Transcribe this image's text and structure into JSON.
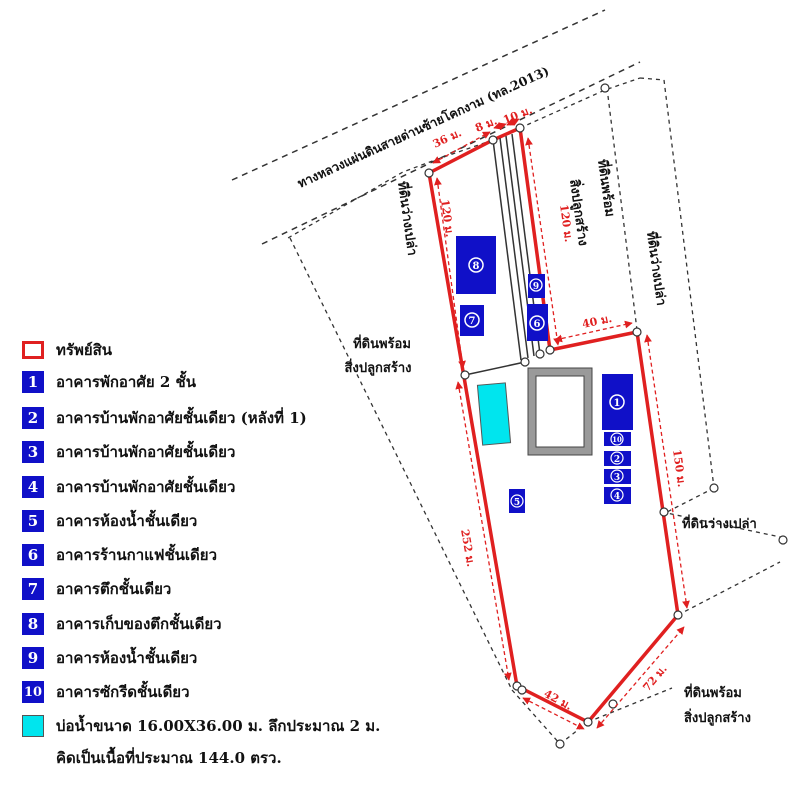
{
  "road_label": "ทางหลวงแผ่นดินสายด่านซ้ายโคกงาม (ทล.2013)",
  "land_labels": {
    "ready_land_top": "ที่ดินพร้อม",
    "ready_land_top_2": "สิ่งปลูกสร้าง",
    "vacant_left": "ที่ดินว่างเปล่า",
    "ready_land_left": "ที่ดินพร้อม",
    "ready_land_left_2": "สิ่งปลูกสร้าง",
    "vacant_right_top": "ที่ดินว่างเปล่า",
    "vacant_right_bottom": "ที่ดินว่างเปล่า",
    "ready_land_bottom": "ที่ดินพร้อม",
    "ready_land_bottom_2": "สิ่งปลูกสร้าง"
  },
  "dimensions": {
    "d36": "36 ม.",
    "d8": "8 ม.",
    "d10": "10 ม.",
    "d120_left": "120 ม.",
    "d120_right": "120 ม.",
    "d40": "40 ม.",
    "d150": "150 ม.",
    "d252": "252 ม.",
    "d42": "42 ม.",
    "d72": "72 ม."
  },
  "building_numbers": {
    "b1": "1",
    "b2": "2",
    "b3": "3",
    "b4": "4",
    "b5": "5",
    "b6": "6",
    "b7": "7",
    "b8": "8",
    "b9": "9",
    "b10": "10"
  },
  "legend": {
    "asset_label": "ทรัพย์สิน",
    "items": [
      {
        "num": "1",
        "label": "อาคารพักอาศัย 2 ชั้น"
      },
      {
        "num": "2",
        "label": "อาคารบ้านพักอาศัยชั้นเดียว (หลังที่ 1)"
      },
      {
        "num": "3",
        "label": "อาคารบ้านพักอาศัยชั้นเดียว"
      },
      {
        "num": "4",
        "label": "อาคารบ้านพักอาศัยชั้นเดียว"
      },
      {
        "num": "5",
        "label": "อาคารห้องน้ำชั้นเดียว"
      },
      {
        "num": "6",
        "label": "อาคารร้านกาแฟชั้นเดียว"
      },
      {
        "num": "7",
        "label": "อาคารตึกชั้นเดียว"
      },
      {
        "num": "8",
        "label": "อาคารเก็บของตึกชั้นเดียว"
      },
      {
        "num": "9",
        "label": "อาคารห้องน้ำชั้นเดียว"
      },
      {
        "num": "10",
        "label": "อาคารซักรีดชั้นเดียว"
      }
    ],
    "pond_label": "บ่อน้ำขนาด 16.00X36.00 ม. ลึกประมาณ 2 ม.",
    "pond_area": "คิดเป็นเนื้อที่ประมาณ 144.0 ตรว."
  },
  "colors": {
    "boundary": "#e02020",
    "building": "#1010c8",
    "pond": "#00e5ee",
    "dashed": "#333333"
  }
}
